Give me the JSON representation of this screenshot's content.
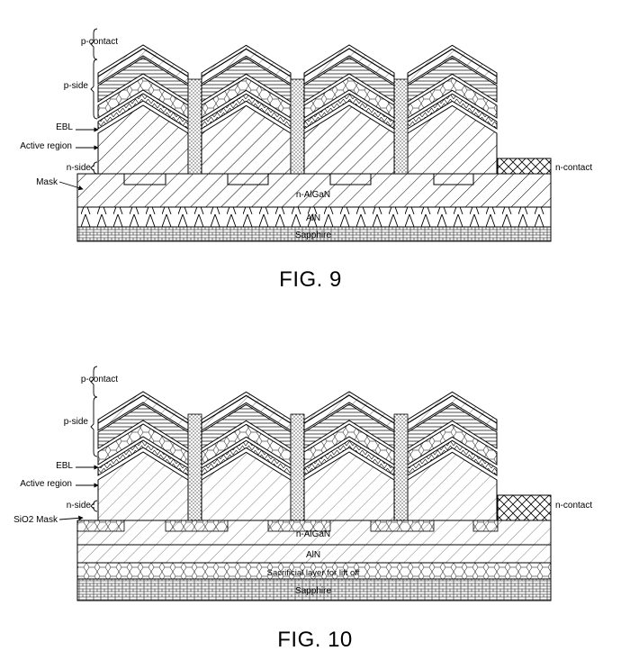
{
  "fig9": {
    "caption": "FIG. 9",
    "labels": {
      "p_contact": "p-contact",
      "p_side": "p-side",
      "ebl": "EBL",
      "active_region": "Active region",
      "n_side": "n-side",
      "mask": "Mask",
      "n_contact": "n-contact"
    },
    "layers": {
      "n_algan": "n-AlGaN",
      "aln": "AlN",
      "sapphire": "Sapphire"
    }
  },
  "fig10": {
    "caption": "FIG. 10",
    "labels": {
      "p_contact": "p-contact",
      "p_side": "p-side",
      "ebl": "EBL",
      "active_region": "Active region",
      "n_side": "n-side",
      "mask": "SiO2 Mask",
      "n_contact": "n-contact"
    },
    "layers": {
      "n_algan": "n-AlGaN",
      "aln": "AlN",
      "sacrificial": "Sacrificial layer for lift off",
      "sapphire": "Sapphire"
    }
  }
}
